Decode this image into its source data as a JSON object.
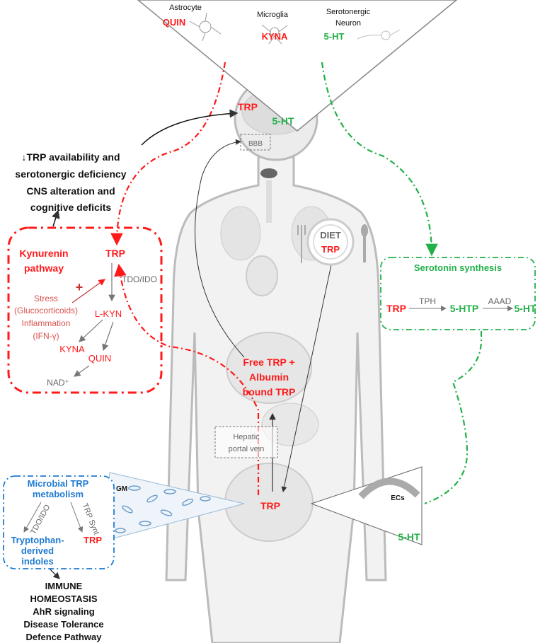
{
  "top_cells": {
    "astrocyte": "Astrocyte",
    "astrocyte_product": "QUIN",
    "microglia": "Microglia",
    "microglia_product": "KYNA",
    "neuron_line1": "Serotonergic",
    "neuron_line2": "Neuron",
    "neuron_product": "5-HT"
  },
  "brain": {
    "trp": "TRP",
    "serotonin": "5-HT",
    "bbb": "BBB"
  },
  "cns_effects": [
    "↓TRP availability and",
    "serotonergic deficiency",
    "CNS alteration and",
    "cognitive deficits"
  ],
  "kynurenine_box": {
    "title": [
      "Kynurenin",
      "pathway"
    ],
    "trp": "TRP",
    "enzyme": "TDO/IDO",
    "plus": "+",
    "triggers": [
      "Stress",
      "(Glucocorticoids)",
      "Inflammation",
      "(IFN-γ)"
    ],
    "lkyn": "L-KYN",
    "kyna": "KYNA",
    "quin": "QUIN",
    "nad": "NAD⁺"
  },
  "diet": {
    "label": "DIET",
    "trp": "TRP"
  },
  "blood": [
    "Free TRP +",
    "Albumin",
    "bound TRP"
  ],
  "hepatic": [
    "Hepatic",
    "portal vein"
  ],
  "gut": {
    "trp": "TRP",
    "gm": "GM",
    "ecs": "ECs",
    "serotonin": "5-HT"
  },
  "serotonin_box": {
    "title": "Serotonin synthesis",
    "trp": "TRP",
    "tph": "TPH",
    "htp": "5-HTP",
    "aaad": "AAAD",
    "ht": "5-HT"
  },
  "microbial_box": {
    "title": [
      "Microbial TRP",
      "metabolism"
    ],
    "enzyme_left": "TDO/IDO",
    "enzyme_right": "TRP Synt",
    "indoles": [
      "Tryptophan-",
      "derived",
      "indoles"
    ],
    "trp": "TRP"
  },
  "immune": [
    "IMMUNE",
    "HOMEOSTASIS",
    "AhR signaling",
    "Disease Tolerance",
    "Defence Pathway"
  ],
  "colors": {
    "kynurenine": "#ff1a1a",
    "serotonin": "#22b04a",
    "microbial": "#1f7bd1"
  }
}
